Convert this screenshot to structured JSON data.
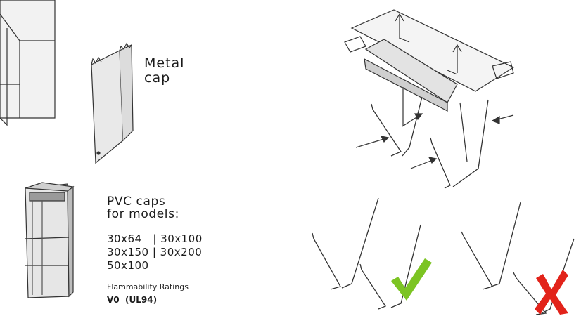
{
  "labels": {
    "metal_cap": [
      "Metal",
      "cap"
    ],
    "pvc_caps": [
      "PVC caps",
      "for models:"
    ],
    "models": [
      "30x64   | 30x100",
      "30x150 | 30x200",
      "50x100"
    ],
    "flammability_title": "Flammability Ratings",
    "flammability_value": "V0  (UL94)"
  },
  "marks": {
    "correct": {
      "icon": "check-icon",
      "color": "#7cc423"
    },
    "incorrect": {
      "icon": "cross-icon",
      "color": "#e2231a"
    }
  }
}
